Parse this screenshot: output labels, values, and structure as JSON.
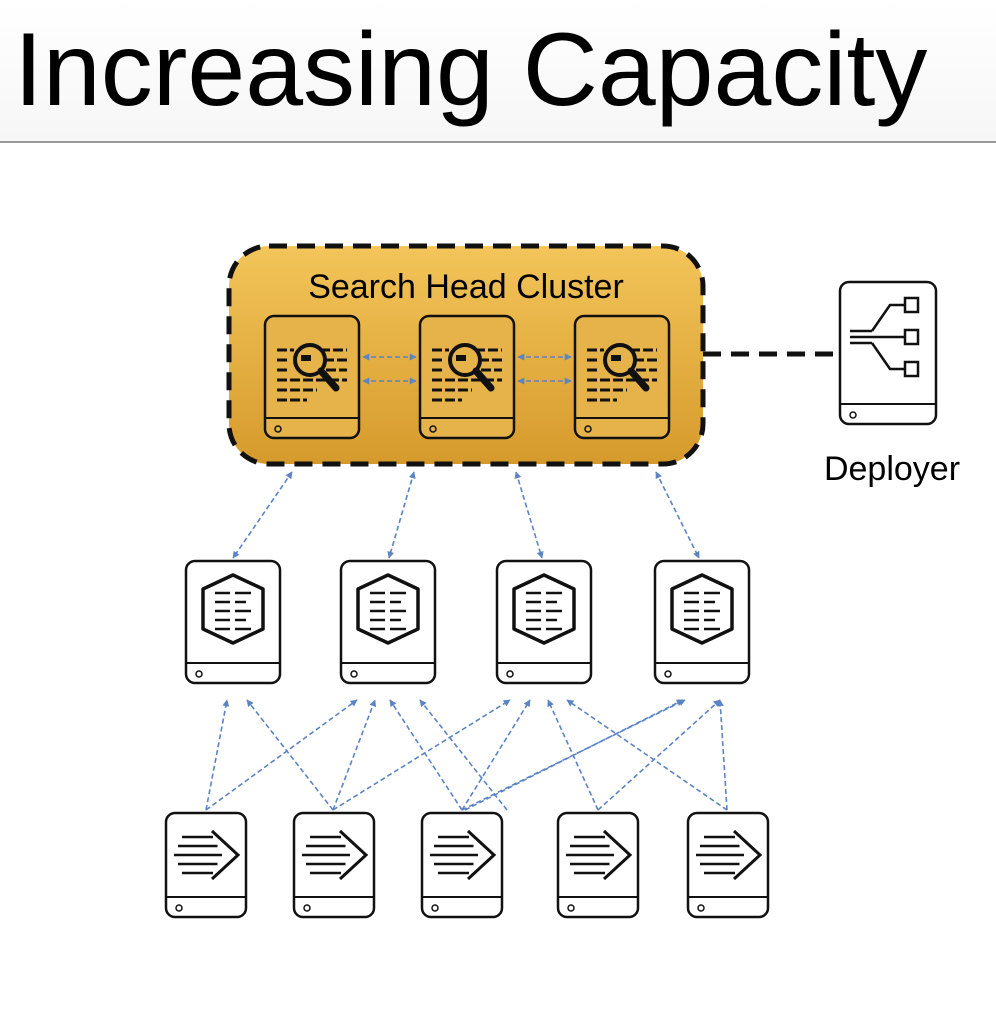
{
  "title": "Increasing Capacity",
  "cluster": {
    "label": "Search Head Cluster",
    "search_heads": [
      {
        "icon": "search-document-icon"
      },
      {
        "icon": "search-document-icon"
      },
      {
        "icon": "search-document-icon"
      }
    ]
  },
  "deployer": {
    "label": "Deployer",
    "icon": "deployer-tree-icon"
  },
  "indexers": [
    {
      "icon": "indexer-icon"
    },
    {
      "icon": "indexer-icon"
    },
    {
      "icon": "indexer-icon"
    },
    {
      "icon": "indexer-icon"
    }
  ],
  "forwarders": [
    {
      "icon": "forwarder-icon"
    },
    {
      "icon": "forwarder-icon"
    },
    {
      "icon": "forwarder-icon"
    },
    {
      "icon": "forwarder-icon"
    },
    {
      "icon": "forwarder-icon"
    }
  ],
  "colors": {
    "cluster_top": "#f3c55a",
    "cluster_bottom": "#d69a2c",
    "arrow": "#5b84c4",
    "stroke": "#111111"
  }
}
